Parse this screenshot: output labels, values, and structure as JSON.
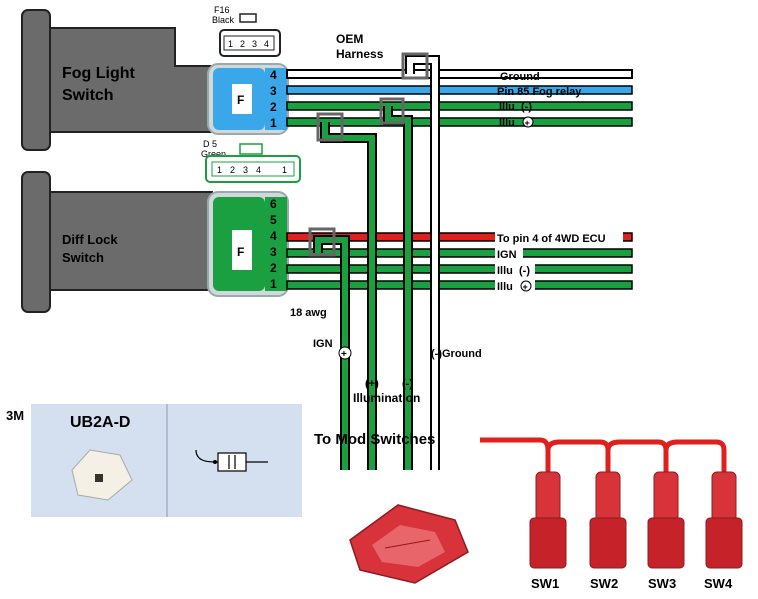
{
  "fog_switch": {
    "title_line1": "Fog Light",
    "title_line2": "Switch",
    "plate_letter": "F",
    "pins": [
      "4",
      "3",
      "2",
      "1"
    ],
    "plate_color": "#3aa8e8"
  },
  "diff_switch": {
    "title_line1": "Diff Lock",
    "title_line2": "Switch",
    "plate_letter": "F",
    "pins": [
      "6",
      "5",
      "4",
      "3",
      "2",
      "1"
    ],
    "plate_color": "#1aa040"
  },
  "connector_f16": {
    "name": "F16",
    "color": "Black",
    "cells": [
      "1",
      "2",
      "3",
      "4"
    ]
  },
  "connector_d5": {
    "name": "D 5",
    "color": "Green",
    "cells": [
      "1",
      "2",
      "3",
      "4",
      "",
      "1"
    ]
  },
  "harness": {
    "label_line1": "OEM",
    "label_line2": "Harness"
  },
  "fog_wires": {
    "ground": "Ground",
    "pin85": "Pin 85 Fog relay",
    "illu_neg": "Illu",
    "illu_pos": "Illu"
  },
  "diff_wires": {
    "ecu": "To pin 4 of 4WD ECU",
    "ign": "IGN",
    "illu_neg": "Illu",
    "illu_pos": "Illu"
  },
  "drops": {
    "awg": "18 awg",
    "ign": "IGN",
    "illumination_pos": "(+)",
    "illumination_neg": "(-)",
    "illumination": "Illumination",
    "ground": "(-)Ground",
    "to_mod": "To Mod Switches"
  },
  "product": {
    "brand": "3M",
    "model": "UB2A-D"
  },
  "switches": [
    "SW1",
    "SW2",
    "SW3",
    "SW4"
  ],
  "colors": {
    "green": "#1aa040",
    "blue": "#3aa8e8",
    "red": "#e0201c",
    "switch_body": "#6b6b6b"
  }
}
